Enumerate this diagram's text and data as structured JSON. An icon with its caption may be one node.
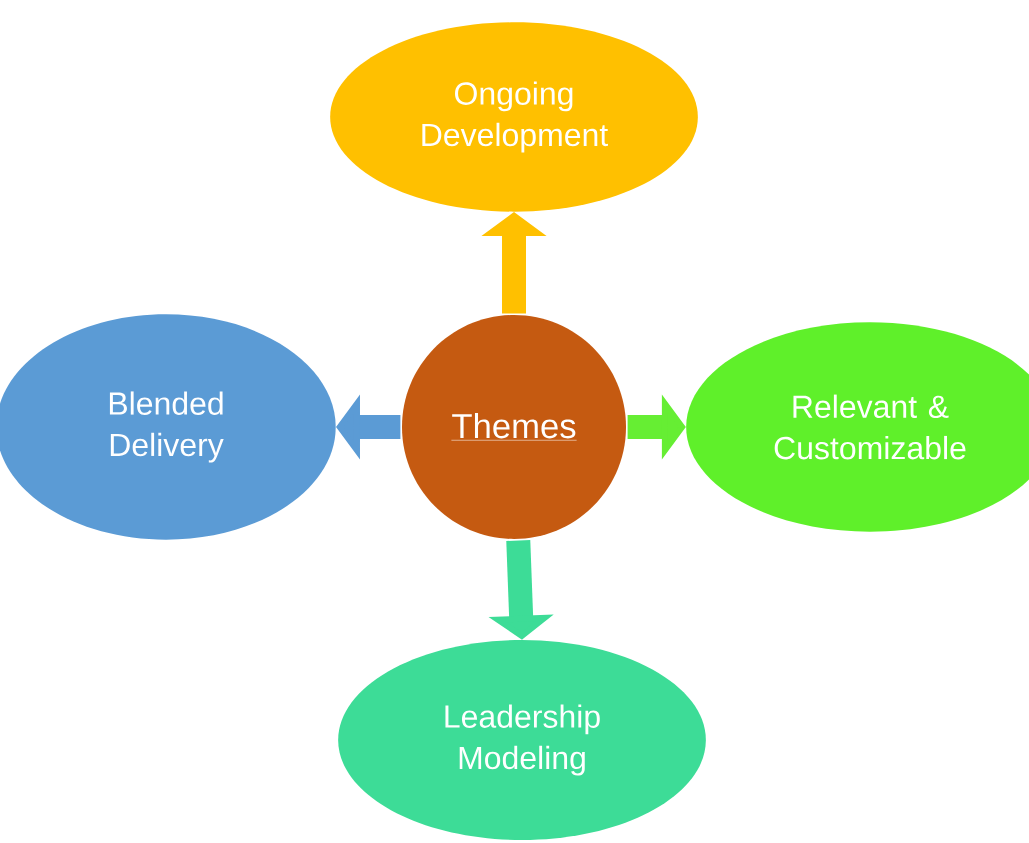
{
  "diagram": {
    "nodes": [
      {
        "text": [
          "Themes"
        ]
      },
      {
        "text": [
          "Ongoing Development"
        ]
      },
      {
        "text": [
          "Blended Delivery"
        ]
      },
      {
        "text": [
          "Relevant & Customizable"
        ]
      },
      {
        "text": [
          "Leadership Modeling"
        ]
      }
    ],
    "edges": [
      {
        "from": 0,
        "to": 1,
        "arrow": "to",
        "color": "#ffc000"
      },
      {
        "from": 0,
        "to": 2,
        "arrow": "to",
        "color": "#5b9bd5"
      },
      {
        "from": 0,
        "to": 3,
        "arrow": "to",
        "color": "#66ee33"
      },
      {
        "from": 0,
        "to": 4,
        "arrow": "to",
        "color": "#3ddc97"
      }
    ]
  }
}
